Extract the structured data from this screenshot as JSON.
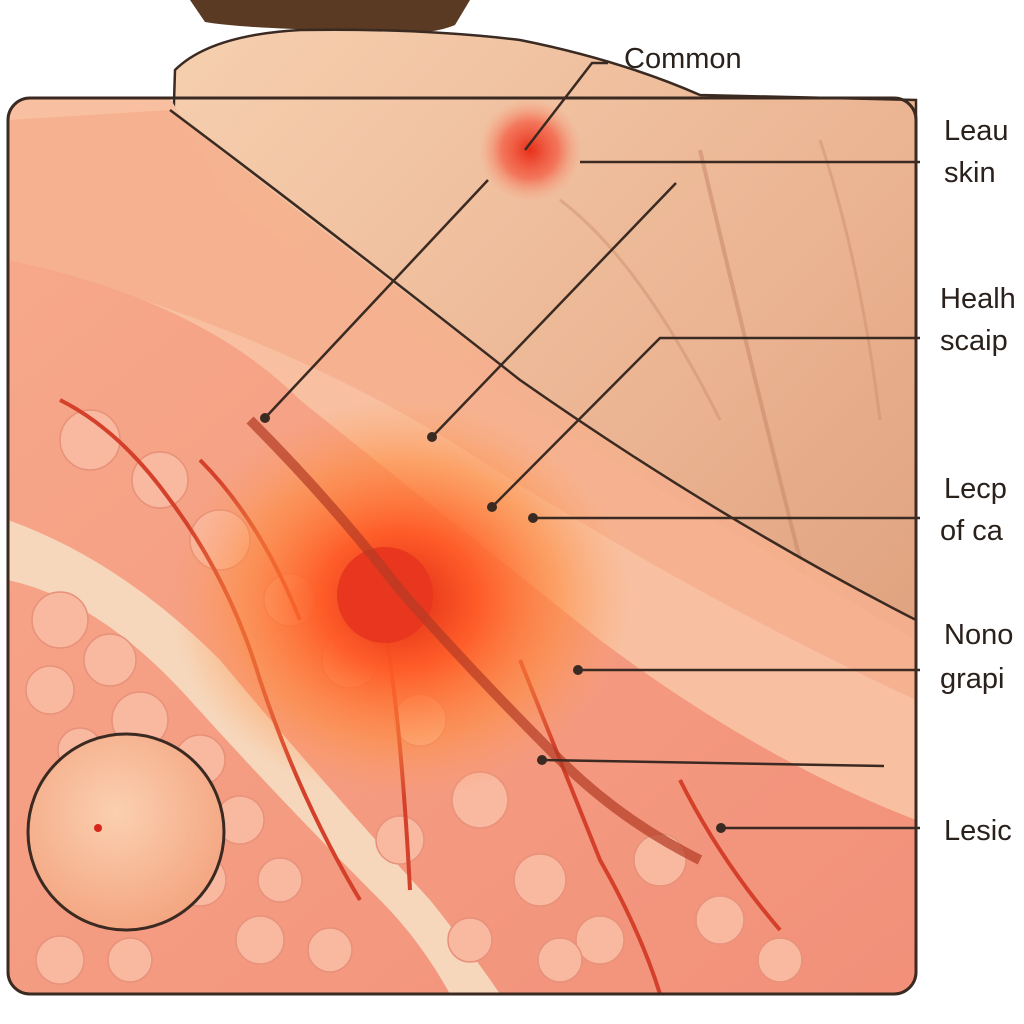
{
  "labels": [
    {
      "id": "common",
      "lines": [
        "Common"
      ]
    },
    {
      "id": "leau",
      "lines": [
        "Leau",
        "skin"
      ]
    },
    {
      "id": "healh",
      "lines": [
        "Healh",
        "scaip"
      ]
    },
    {
      "id": "lecp",
      "lines": [
        "Lecp",
        "of ca"
      ]
    },
    {
      "id": "nono",
      "lines": [
        "Nono",
        "grapi"
      ]
    },
    {
      "id": "lesic",
      "lines": [
        "Lesic"
      ]
    }
  ],
  "colors": {
    "outline": "#3a2a22",
    "skin": "#f2c4a2",
    "skin_shadow": "#d9a07c",
    "hair": "#5a3a22",
    "tissue_light": "#f7b89a",
    "tissue": "#f59a7f",
    "tissue_deep": "#ea6f5a",
    "lesion": "#e8361f",
    "lesion_glow": "#ff7a2e",
    "fat_cell": "#f9b8a0",
    "membrane": "#f6d7bc",
    "vessel": "#d4402a"
  },
  "icons": [
    "inset-magnifier",
    "leader-line-pointer"
  ]
}
